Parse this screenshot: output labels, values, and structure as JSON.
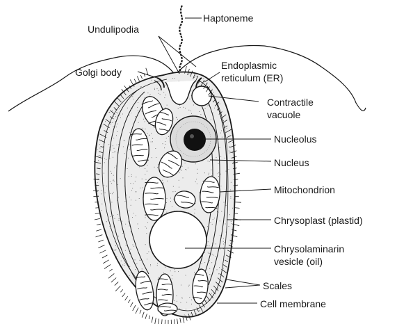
{
  "labels": {
    "haptoneme": "Haptoneme",
    "undulipodia": "Undulipodia",
    "golgi_body": "Golgi body",
    "er_line1": "Endoplasmic",
    "er_line2": "reticulum (ER)",
    "contractile_line1": "Contractile",
    "contractile_line2": "vacuole",
    "nucleolus": "Nucleolus",
    "nucleus": "Nucleus",
    "mitochondrion": "Mitochondrion",
    "chrysoplast": "Chrysoplast (plastid)",
    "chrysolaminarin_line1": "Chrysolaminarin",
    "chrysolaminarin_line2": "vesicle (oil)",
    "scales": "Scales",
    "cell_membrane": "Cell membrane"
  },
  "colors": {
    "ink": "#1a1a1a",
    "cytoplasm": "#ececec",
    "nucleus_fill": "#dcdcdc",
    "nucleolus_fill": "#111111",
    "organelle_fill": "#ffffff"
  }
}
